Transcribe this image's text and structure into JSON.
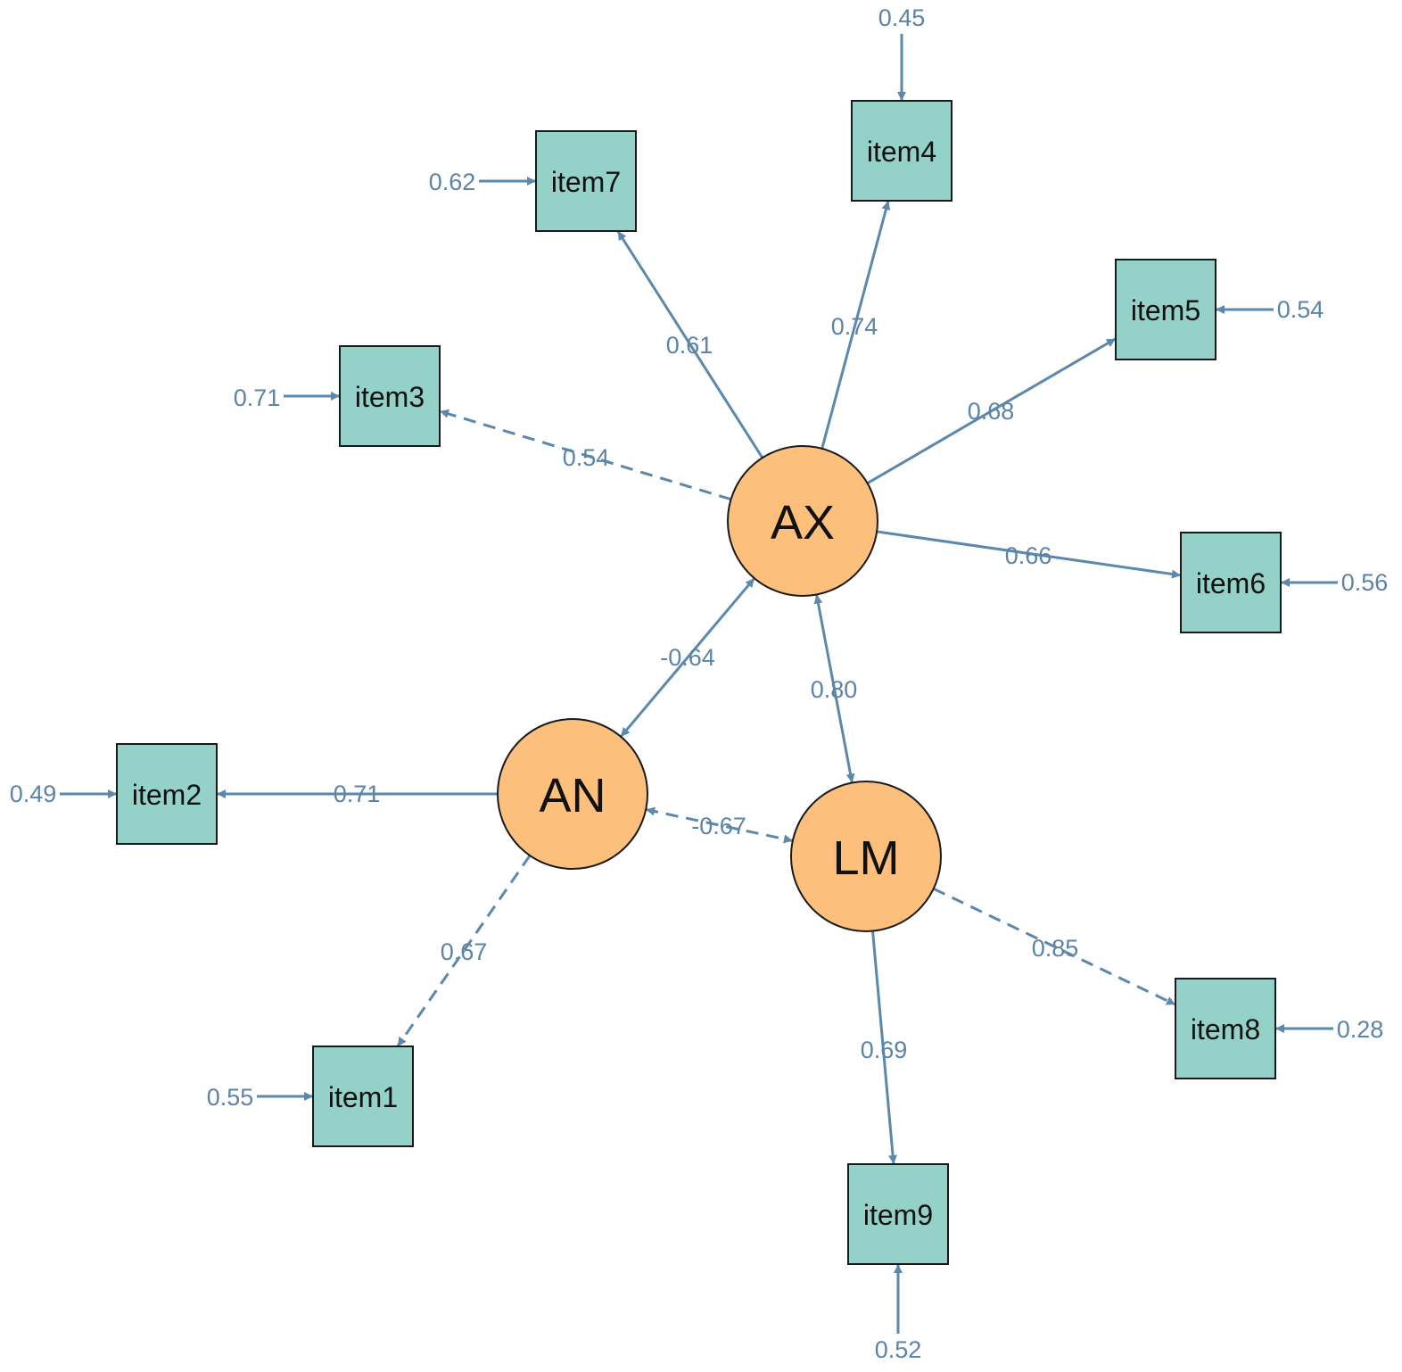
{
  "colors": {
    "arrow": "#5b88ad",
    "coef_text": "#5b84a8",
    "item_fill": "#93d1c9",
    "latent_fill": "#fcbf7c",
    "outline": "#1a1a1a"
  },
  "latents": [
    {
      "id": "AX",
      "label": "AX"
    },
    {
      "id": "AN",
      "label": "AN"
    },
    {
      "id": "LM",
      "label": "LM"
    }
  ],
  "items": [
    {
      "id": "item1",
      "label": "item1",
      "error": "0.55"
    },
    {
      "id": "item2",
      "label": "item2",
      "error": "0.49"
    },
    {
      "id": "item3",
      "label": "item3",
      "error": "0.71"
    },
    {
      "id": "item4",
      "label": "item4",
      "error": "0.45"
    },
    {
      "id": "item5",
      "label": "item5",
      "error": "0.54"
    },
    {
      "id": "item6",
      "label": "item6",
      "error": "0.56"
    },
    {
      "id": "item7",
      "label": "item7",
      "error": "0.62"
    },
    {
      "id": "item8",
      "label": "item8",
      "error": "0.28"
    },
    {
      "id": "item9",
      "label": "item9",
      "error": "0.52"
    }
  ],
  "loadings": [
    {
      "from": "AX",
      "to": "item7",
      "value": "0.61",
      "dashed": false
    },
    {
      "from": "AX",
      "to": "item4",
      "value": "0.74",
      "dashed": false
    },
    {
      "from": "AX",
      "to": "item5",
      "value": "0.68",
      "dashed": false
    },
    {
      "from": "AX",
      "to": "item3",
      "value": "0.54",
      "dashed": true
    },
    {
      "from": "AX",
      "to": "item6",
      "value": "0.66",
      "dashed": false
    },
    {
      "from": "AN",
      "to": "item2",
      "value": "0.71",
      "dashed": false
    },
    {
      "from": "AN",
      "to": "item1",
      "value": "0.67",
      "dashed": true
    },
    {
      "from": "LM",
      "to": "item8",
      "value": "0.85",
      "dashed": true
    },
    {
      "from": "LM",
      "to": "item9",
      "value": "0.69",
      "dashed": false
    }
  ],
  "correlations": [
    {
      "a": "AX",
      "b": "AN",
      "value": "-0.64",
      "dashed": false
    },
    {
      "a": "AX",
      "b": "LM",
      "value": "0.80",
      "dashed": false
    },
    {
      "a": "AN",
      "b": "LM",
      "value": "-0.67",
      "dashed": true
    }
  ]
}
